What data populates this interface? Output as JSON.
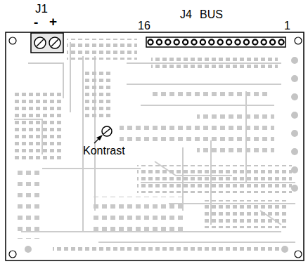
{
  "diagram": {
    "labels": [
      "J1",
      "-",
      "+",
      "16",
      "J4",
      "BUS",
      "1",
      "Kontrast"
    ]
  }
}
